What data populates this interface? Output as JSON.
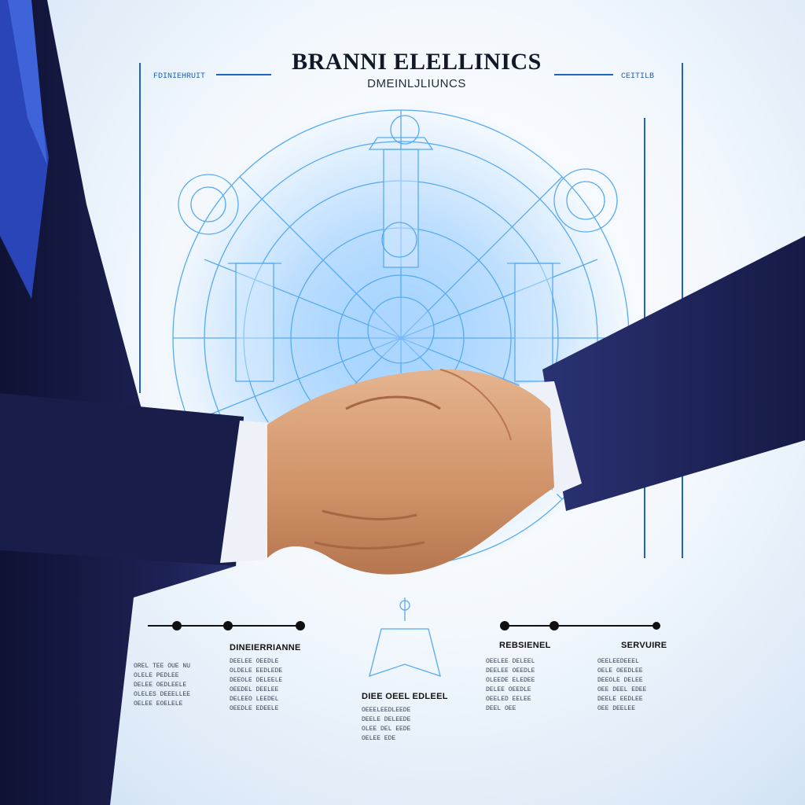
{
  "headline": "BRANNI ELELLINICS",
  "subheadline": "DMEINLJLIUNCS",
  "corner_tags": {
    "top_left": "FDINIEHRUIT",
    "top_right": "CEITILB"
  },
  "columns": [
    {
      "title": "",
      "lines": [
        "OREL TEE OUE NU",
        "OLELE PEDLEE",
        "DELEE OEDLEELE",
        "OLELES DEEELLEE",
        "OELEE EOELELE"
      ]
    },
    {
      "title": "DINEIERRIANNE",
      "lines": [
        "DEELEE OEEDLE",
        "OLDELE EEDLEDE",
        "DEEOLE DELEELE",
        "OEEDEL DEELEE",
        "DELEEO LEEDEL",
        "OEEDLE EDEELE"
      ]
    },
    {
      "title": "DIEE OEEL EDLEEL",
      "lines": [
        "OEEELEEDLEEDE",
        "DEELE DELEEDE",
        "OLEE DEL EEDE",
        "OELEE EDE"
      ]
    },
    {
      "title": "REBSIENEL",
      "lines": [
        "OEELEE DELEEL",
        "DEELEE OEEDLE",
        "OLEEDE ELEDEE",
        "DELEE OEEDLE",
        "OEELED EELEE",
        "DEEL OEE"
      ]
    },
    {
      "title": "SERVUIRE",
      "lines": [
        "OEELEEDEEEL",
        "OELE OEEDLEE",
        "DEEOLE DELEE",
        "OEE DEEL EDEE",
        "DEELE EEDLEE",
        "OEE DEELEE"
      ]
    }
  ],
  "colors": {
    "suit_navy": "#1b1f4d",
    "hologram_blue": "#3b9df0",
    "shirt_white": "#eef2f8",
    "skin": "#d9a176"
  }
}
